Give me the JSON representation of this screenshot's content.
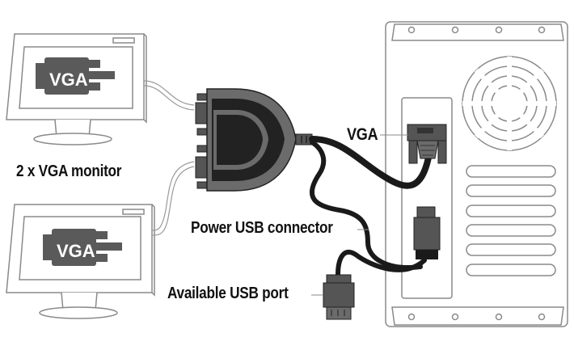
{
  "diagram": {
    "title": "VGA splitter connection diagram",
    "labels": {
      "monitors": "2 x VGA monitor",
      "vga": "VGA",
      "power_usb": "Power USB connector",
      "available_usb": "Available USB port"
    },
    "monitor_screens": [
      {
        "text": "VGA"
      },
      {
        "text": "VGA"
      }
    ],
    "colors": {
      "connector_dark": "#2a2a2a",
      "connector_mid": "#6b6b6b",
      "outline_light": "#8a8a8a",
      "label_text": "#111111",
      "background": "#ffffff"
    }
  }
}
